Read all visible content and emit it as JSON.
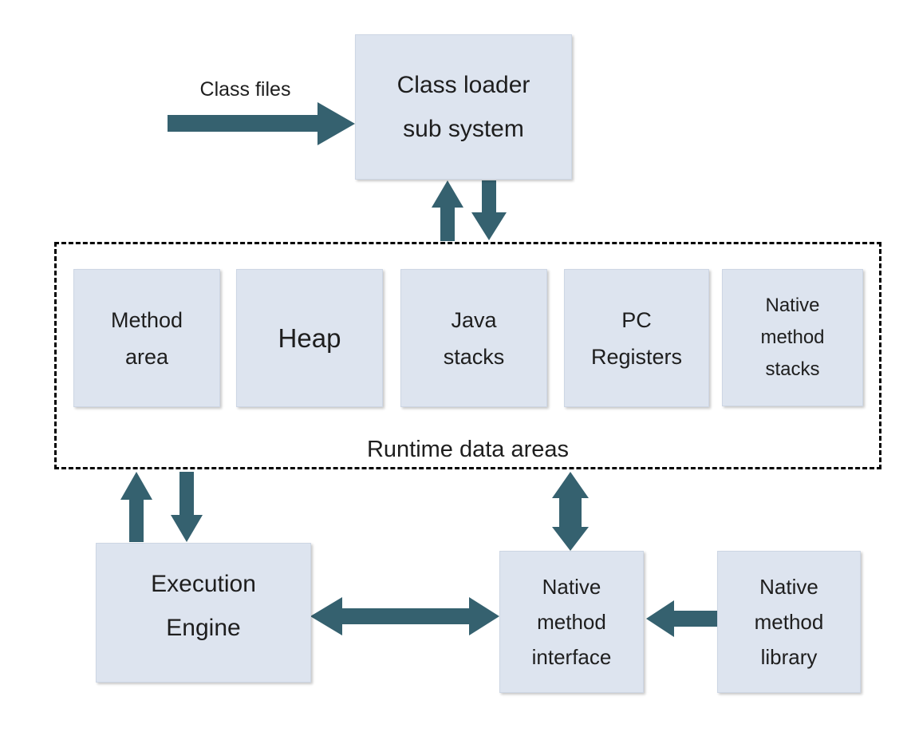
{
  "colors": {
    "background": "#ffffff",
    "node_fill": "#dde4ef",
    "arrow_fill": "#35616f",
    "dashed_border": "#000000",
    "text": "#1e1e1e"
  },
  "labels": {
    "class_files": "Class files",
    "runtime_data_areas": "Runtime data areas"
  },
  "nodes": {
    "class_loader": {
      "lines": [
        "Class loader",
        "sub system"
      ]
    },
    "method_area": {
      "lines": [
        "Method",
        "area"
      ]
    },
    "heap": {
      "lines": [
        "Heap"
      ]
    },
    "java_stacks": {
      "lines": [
        "Java",
        "stacks"
      ]
    },
    "pc_registers": {
      "lines": [
        "PC",
        "Registers"
      ]
    },
    "native_method_stacks": {
      "lines": [
        "Native",
        "method",
        "stacks"
      ]
    },
    "execution_engine": {
      "lines": [
        "Execution",
        "Engine"
      ]
    },
    "native_method_interface": {
      "lines": [
        "Native",
        "method",
        "interface"
      ]
    },
    "native_method_library": {
      "lines": [
        "Native",
        "method",
        "library"
      ]
    }
  },
  "arrows": [
    {
      "id": "class-files-arrow",
      "from": "class-files",
      "to": "class-loader-sub-system",
      "direction": "right"
    },
    {
      "id": "runtime-to-loader-up-arrow",
      "from": "runtime-data-areas",
      "to": "class-loader-sub-system",
      "direction": "up"
    },
    {
      "id": "loader-to-runtime-down-arrow",
      "from": "class-loader-sub-system",
      "to": "runtime-data-areas",
      "direction": "down"
    },
    {
      "id": "engine-to-runtime-up-arrow",
      "from": "execution-engine",
      "to": "runtime-data-areas",
      "direction": "up"
    },
    {
      "id": "runtime-to-engine-down-arrow",
      "from": "runtime-data-areas",
      "to": "execution-engine",
      "direction": "down"
    },
    {
      "id": "runtime-nmi-double-arrow",
      "from": "runtime-data-areas",
      "to": "native-method-interface",
      "direction": "both"
    },
    {
      "id": "engine-nmi-double-arrow",
      "from": "execution-engine",
      "to": "native-method-interface",
      "direction": "both"
    },
    {
      "id": "library-to-interface-arrow",
      "from": "native-method-library",
      "to": "native-method-interface",
      "direction": "left"
    }
  ]
}
